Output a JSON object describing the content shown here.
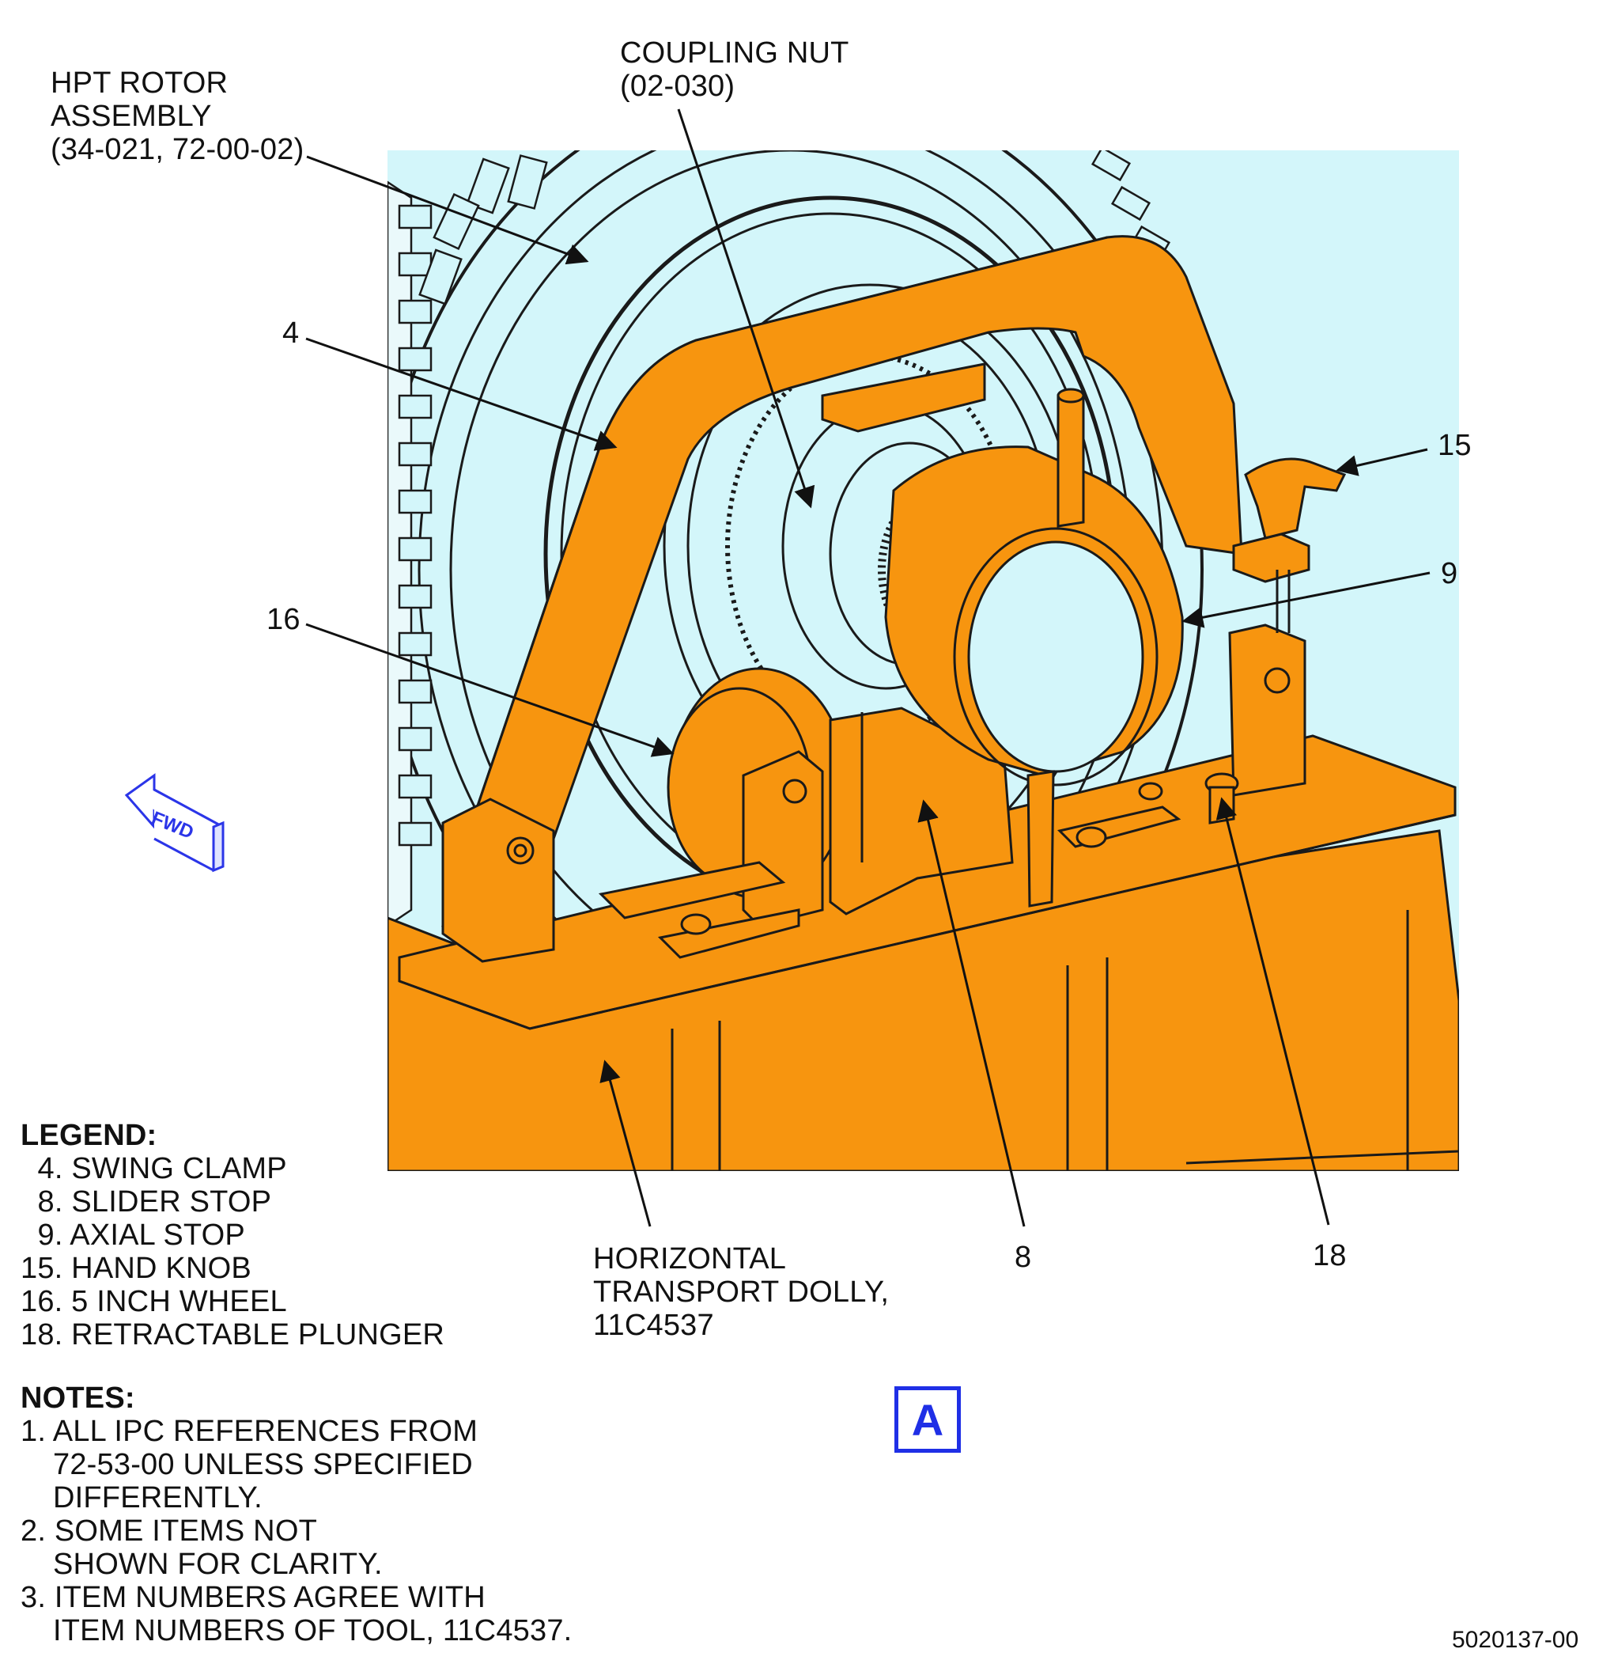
{
  "callouts": {
    "hpt_rotor": [
      "HPT ROTOR",
      "ASSEMBLY",
      "(34-021, 72-00-02)"
    ],
    "coupling_nut": [
      "COUPLING NUT",
      "(02-030)"
    ],
    "item4": "4",
    "item16": "16",
    "item15": "15",
    "item9": "9",
    "item8": "8",
    "item18": "18",
    "dolly": [
      "HORIZONTAL",
      "TRANSPORT DOLLY,",
      "11C4537"
    ]
  },
  "fwd_arrow": {
    "label": "FWD"
  },
  "legend": {
    "title": "LEGEND:",
    "items": [
      "  4. SWING CLAMP",
      "  8. SLIDER STOP",
      "  9. AXIAL STOP",
      "15. HAND KNOB",
      "16. 5 INCH WHEEL",
      "18. RETRACTABLE PLUNGER"
    ]
  },
  "notes": {
    "title": "NOTES:",
    "items": [
      {
        "first": "1. ALL IPC REFERENCES FROM",
        "rest": [
          "72-53-00 UNLESS SPECIFIED",
          "DIFFERENTLY."
        ]
      },
      {
        "first": "2. SOME ITEMS NOT",
        "rest": [
          "SHOWN FOR CLARITY."
        ]
      },
      {
        "first": "3. ITEM NUMBERS AGREE WITH",
        "rest": [
          "ITEM NUMBERS OF TOOL, 11C4537."
        ]
      }
    ]
  },
  "view_label": "A",
  "figure_id": "5020137-00",
  "colors": {
    "tool": "#f7950f",
    "rotor_bg": "#d3f6fa",
    "outline": "#1a1a1a",
    "view_badge": "#1f2fe6"
  }
}
